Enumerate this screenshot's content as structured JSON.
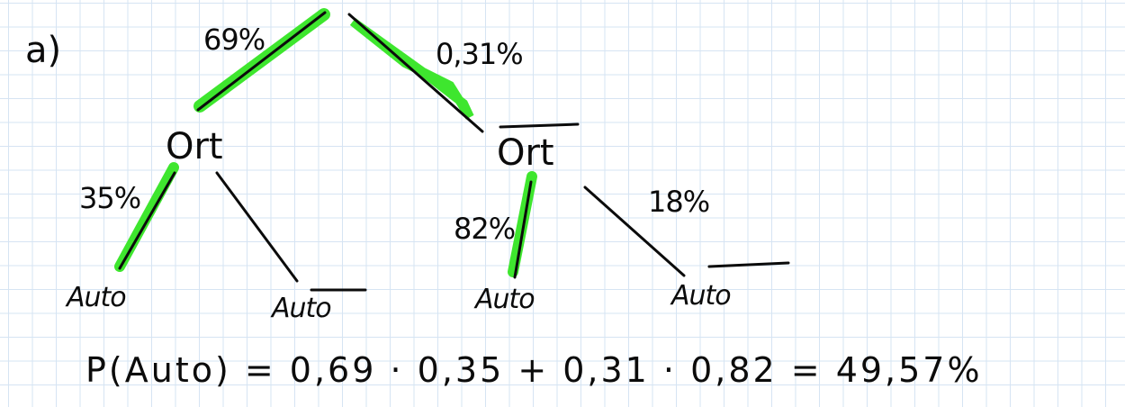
{
  "part_label": "a)",
  "tree": {
    "level1": [
      {
        "node": "Ort",
        "prob": "69%",
        "overlined": false,
        "highlighted": true
      },
      {
        "node": "Ort",
        "prob": "0,31%",
        "overlined": true,
        "highlighted": true
      }
    ],
    "level2": [
      {
        "node": "Auto",
        "prob": "35%",
        "overlined": false,
        "highlighted": true
      },
      {
        "node": "Auto",
        "prob": "",
        "overlined": true,
        "highlighted": false
      },
      {
        "node": "Auto",
        "prob": "82%",
        "overlined": false,
        "highlighted": true
      },
      {
        "node": "Auto",
        "prob": "18%",
        "overlined": true,
        "highlighted": false
      }
    ]
  },
  "formula": "P(Auto) = 0,69 · 0,35 + 0,31 · 0,82 = 49,57%",
  "colors": {
    "ink": "#0b0b0b",
    "highlight": "#3ee62e",
    "grid": "#d6e4f3"
  }
}
